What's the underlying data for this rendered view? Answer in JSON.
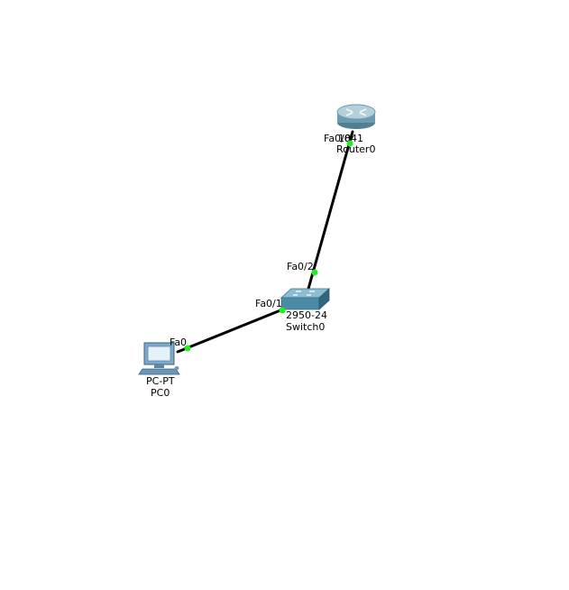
{
  "devices": [
    {
      "id": "router0",
      "model": "1841",
      "name": "Router0"
    },
    {
      "id": "switch0",
      "model": "2950-24",
      "name": "Switch0"
    },
    {
      "id": "pc0",
      "model": "PC-PT",
      "name": "PC0"
    }
  ],
  "links": [
    {
      "id": "router-switch",
      "from_port": "Fa0/0",
      "to_port": "Fa0/2"
    },
    {
      "id": "switch-pc",
      "from_port": "Fa0/1",
      "to_port": "Fa0"
    }
  ],
  "colors": {
    "cable": "#000000",
    "link_up_dot": "#22ee22",
    "router_body": "#7aa6b8",
    "switch_body": "#5b94ad",
    "pc_body": "#7fa9c8"
  },
  "icons": {
    "router": "router-icon",
    "switch": "switch-icon",
    "pc": "pc-icon"
  }
}
